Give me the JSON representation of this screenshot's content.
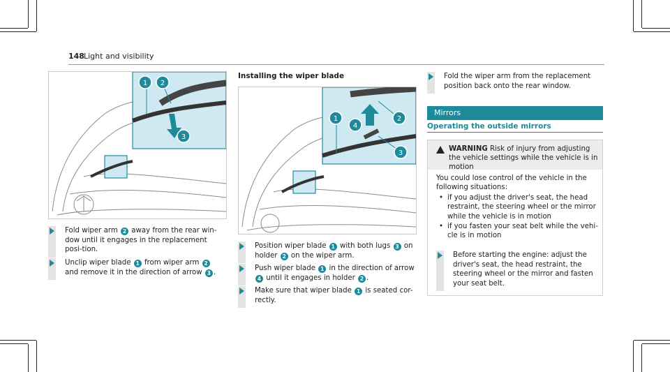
{
  "page": {
    "number": "148",
    "section": "Light and visibility"
  },
  "colors": {
    "accent": "#1e8a9a",
    "inset_fill": "#cfe9f3"
  },
  "removing": {
    "steps": [
      {
        "a": "Fold wiper arm ",
        "b": "2",
        "c": " away from the rear win-dow until it engages in the replacement posi-tion."
      },
      {
        "a": "Unclip wiper blade ",
        "b": "1",
        "c": " from wiper arm ",
        "d": "2",
        "e": " and remove it in the direction of arrow ",
        "f": "3",
        "g": "."
      }
    ]
  },
  "installing": {
    "title": "Installing the wiper blade",
    "steps": [
      {
        "a": "Position wiper blade ",
        "b": "1",
        "c": " with both lugs ",
        "d": "3",
        "e": " on holder ",
        "f": "2",
        "g": " on the wiper arm."
      },
      {
        "a": "Push wiper blade ",
        "b": "1",
        "c": " in the direction of arrow ",
        "d": "4",
        "e": " until it engages in holder ",
        "f": "2",
        "g": "."
      },
      {
        "a": "Make sure that wiper blade ",
        "b": "1",
        "c": " is seated cor-rectly."
      }
    ]
  },
  "fold_step": "Fold the wiper arm from the replacement position back onto the rear window.",
  "mirrors": {
    "section_title": "Mirrors",
    "subtitle": "Operating the outside mirrors",
    "warning_label": "WARNING",
    "warning_text": " Risk of injury from adjusting the vehicle settings while the vehicle is in motion",
    "body": "You could lose control of the vehicle in the following situations:",
    "bullets": [
      "if you adjust the driver's seat, the head restraint, the steering wheel or the mirror while the vehicle is in motion",
      "if you fasten your seat belt while the vehi-cle is in motion"
    ],
    "step": "Before starting the engine: adjust the driver's seat, the head restraint, the steering wheel or the mirror and fasten your seat belt."
  },
  "figure1": {
    "callouts": [
      "1",
      "2",
      "3"
    ]
  },
  "figure2": {
    "callouts": [
      "1",
      "4",
      "2",
      "3"
    ]
  }
}
